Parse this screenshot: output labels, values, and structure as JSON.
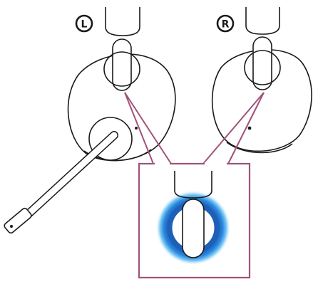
{
  "figure": {
    "left_marker": "L",
    "right_marker": "R"
  },
  "colors": {
    "outline": "#1a1a1a",
    "callout": "#a0527a",
    "glow_core": "#2a7fd6",
    "glow_outer": "#8fd3ff"
  },
  "icons": {
    "left_marker": "circled-letter-l-icon",
    "right_marker": "circled-letter-r-icon",
    "mic": "boom-microphone"
  }
}
